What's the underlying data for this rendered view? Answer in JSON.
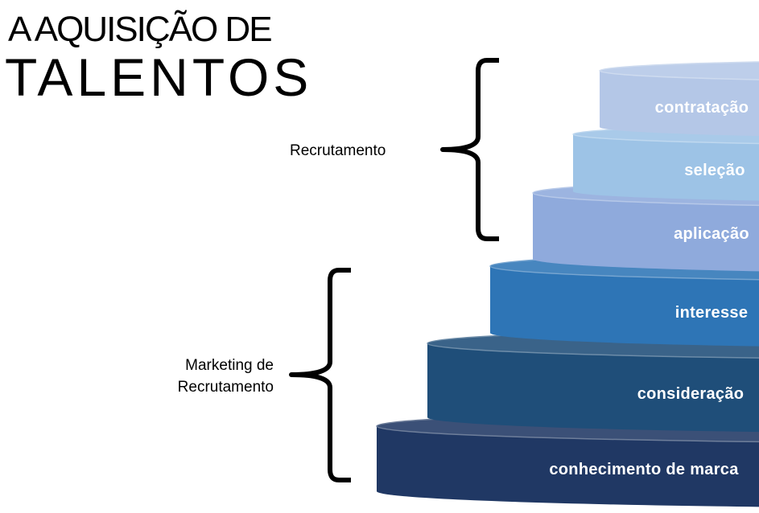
{
  "title": {
    "line1": "A AQUISIÇÃO DE",
    "line2": "TALENTOS"
  },
  "groups": [
    {
      "label": "Recrutamento"
    },
    {
      "label_line1": "Marketing de",
      "label_line2": "Recrutamento"
    }
  ],
  "tiers": [
    {
      "label": "contratação",
      "color": "#B4C7E7"
    },
    {
      "label": "seleção",
      "color": "#9DC3E6"
    },
    {
      "label": "aplicação",
      "color": "#8FAADC"
    },
    {
      "label": "interesse",
      "color": "#2E75B6"
    },
    {
      "label": "consideração",
      "color": "#1F4E79"
    },
    {
      "label": "conhecimento de marca",
      "color": "#203864"
    }
  ]
}
